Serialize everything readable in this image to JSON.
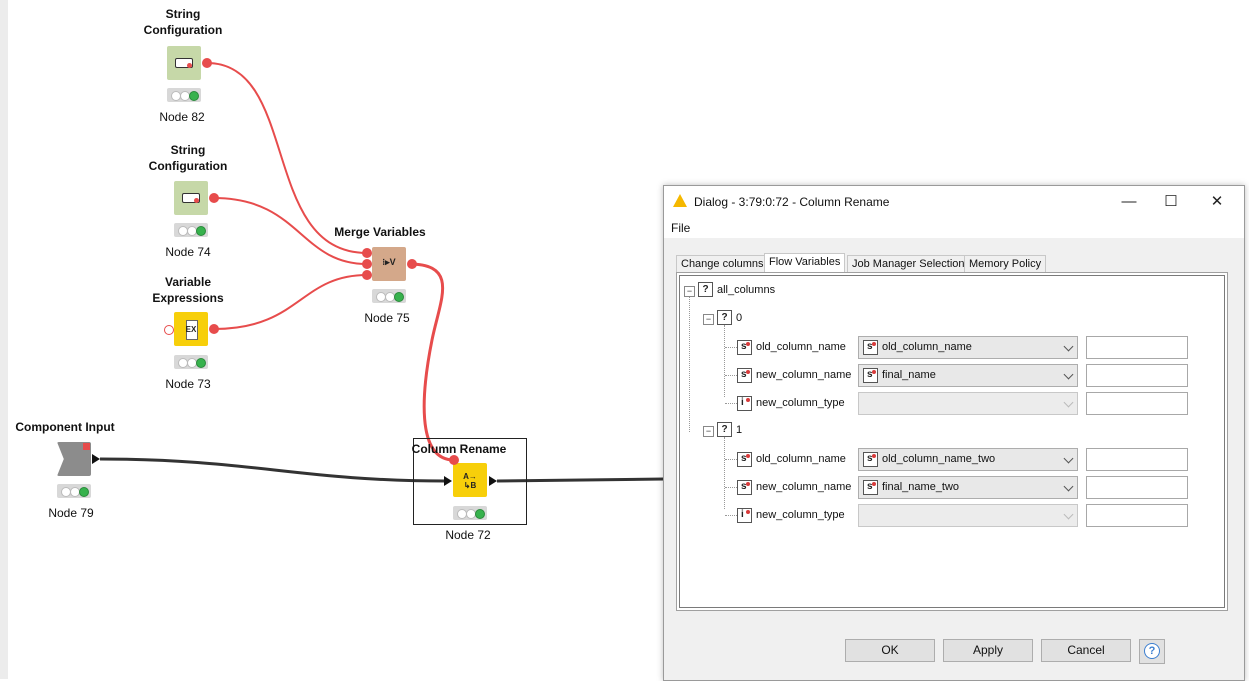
{
  "workflow": {
    "nodes": [
      {
        "id": "node82",
        "title": "String\nConfiguration",
        "label": "Node 82",
        "icon": "string-configuration-icon"
      },
      {
        "id": "node74",
        "title": "String\nConfiguration",
        "label": "Node 74",
        "icon": "string-configuration-icon"
      },
      {
        "id": "node73",
        "title": "Variable\nExpressions",
        "label": "Node 73",
        "icon": "variable-expressions-icon"
      },
      {
        "id": "node75",
        "title": "Merge Variables",
        "label": "Node 75",
        "icon": "merge-variables-icon"
      },
      {
        "id": "node79",
        "title": "Component Input",
        "label": "Node 79",
        "icon": "component-input-icon"
      },
      {
        "id": "node72",
        "title": "Column Rename",
        "label": "Node 72",
        "icon": "column-rename-icon"
      }
    ],
    "colors": {
      "flow_variable_wire": "#e74c4c",
      "data_wire": "#333333",
      "status_ok": "#37b24d"
    }
  },
  "dialog": {
    "title": "Dialog - 3:79:0:72 - Column Rename",
    "menu_file": "File",
    "window_buttons": {
      "minimize": "—",
      "maximize": "☐",
      "close": "✕"
    },
    "tabs": [
      "Change columns",
      "Flow Variables",
      "Job Manager Selection",
      "Memory Policy"
    ],
    "active_tab": "Flow Variables",
    "tree": {
      "root": "all_columns",
      "groups": [
        {
          "index": "0",
          "rows": [
            {
              "name": "old_column_name",
              "type": "s",
              "value": "old_column_name"
            },
            {
              "name": "new_column_name",
              "type": "s",
              "value": "final_name"
            },
            {
              "name": "new_column_type",
              "type": "i",
              "value": ""
            }
          ]
        },
        {
          "index": "1",
          "rows": [
            {
              "name": "old_column_name",
              "type": "s",
              "value": "old_column_name_two"
            },
            {
              "name": "new_column_name",
              "type": "s",
              "value": "final_name_two"
            },
            {
              "name": "new_column_type",
              "type": "i",
              "value": ""
            }
          ]
        }
      ]
    },
    "buttons": {
      "ok": "OK",
      "apply": "Apply",
      "cancel": "Cancel",
      "help": "?"
    }
  }
}
